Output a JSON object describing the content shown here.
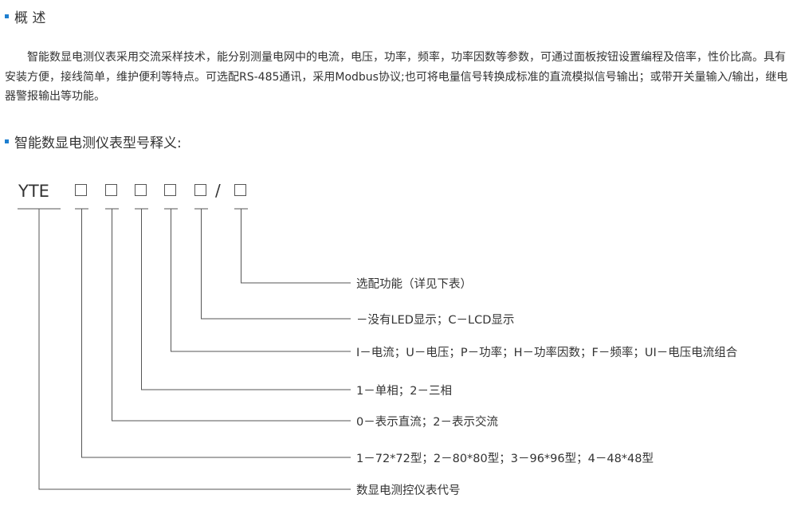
{
  "section1": {
    "title": "概 述"
  },
  "intro": "智能数显电测仪表采用交流采样技术，能分别测量电网中的电流，电压，功率，频率，功率因数等参数，可通过面板按钮设置编程及倍率，性价比高。具有安装方便，接线简单，维护便利等特点。可选配RS-485通讯，采用Modbus协议;也可将电量信号转换成标准的直流模拟信号输出；或带开关量输入/输出，继电器警报输出等功能。",
  "section2": {
    "title": "智能数显电测仪表型号释义:"
  },
  "model": {
    "prefix": "YTE",
    "separator": "/",
    "labels": [
      "选配功能（详见下表）",
      "－没有LED显示；C－LCD显示",
      "I－电流；U－电压；P－功率；H－功率因数；F－频率；UI－电压电流组合",
      "1－单相；2－三相",
      "0－表示直流；2－表示交流",
      "1－72*72型；2－80*80型；3－96*96型；4－48*48型",
      "数显电测控仪表代号"
    ]
  },
  "colors": {
    "accent": "#1e7fd0",
    "line": "#555555",
    "text": "#333333"
  }
}
